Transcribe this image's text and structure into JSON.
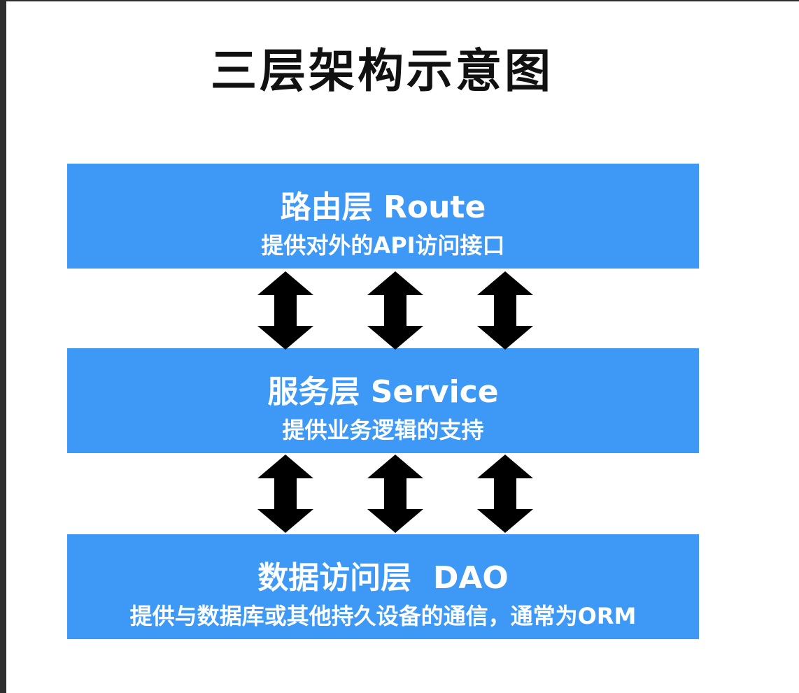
{
  "title": "三层架构示意图",
  "layers": [
    {
      "name": "路由层 Route",
      "description": "提供对外的API访问接口"
    },
    {
      "name": "服务层 Service",
      "description": "提供业务逻辑的支持"
    },
    {
      "name": "数据访问层  DAO",
      "description": "提供与数据库或其他持久设备的通信，通常为ORM"
    }
  ],
  "colors": {
    "layer_fill": "#3d99f5",
    "layer_text": "#ffffff",
    "arrow": "#000000",
    "title": "#111111"
  },
  "connectors": [
    {
      "from": "路由层 Route",
      "to": "服务层 Service",
      "type": "bidirectional",
      "count": 3
    },
    {
      "from": "服务层 Service",
      "to": "数据访问层  DAO",
      "type": "bidirectional",
      "count": 3
    }
  ]
}
